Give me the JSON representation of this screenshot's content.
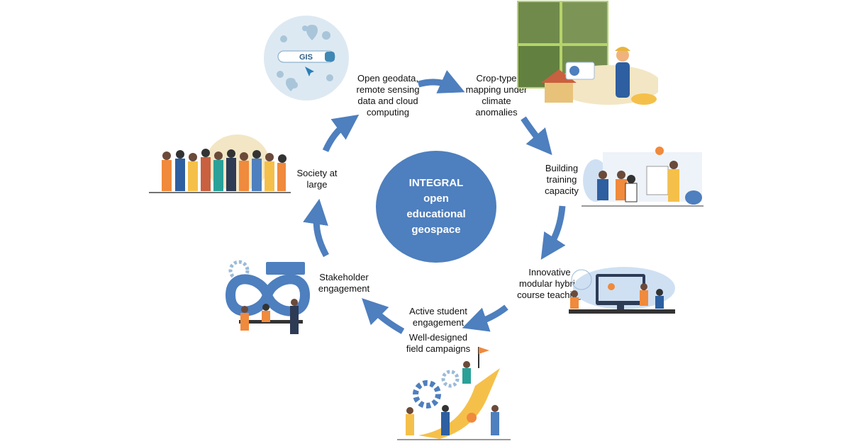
{
  "center": "INTEGRAL\nopen\neducational\ngeospace",
  "nodes": {
    "open_geodata": "Open geodata,\nremote sensing\ndata and cloud\ncomputing",
    "crop_type": "Crop-type\nmapping under\nclimate\nanomalies",
    "building": "Building\ntraining\ncapacity",
    "innovative": "Innovative\nmodular hybrid\ncourse teaching",
    "active": "Active student\nengagement",
    "field": "Well-designed\nfield campaigns",
    "stakeholder": "Stakeholder\nengagement",
    "society": "Society at\nlarge"
  },
  "gis_search_text": "GIS",
  "colors": {
    "arrow": "#4e7fbe",
    "center": "#4e7fbe",
    "accent_orange": "#f08a3c",
    "accent_yellow": "#f5c04a",
    "light_blue": "#cfe0f3"
  }
}
